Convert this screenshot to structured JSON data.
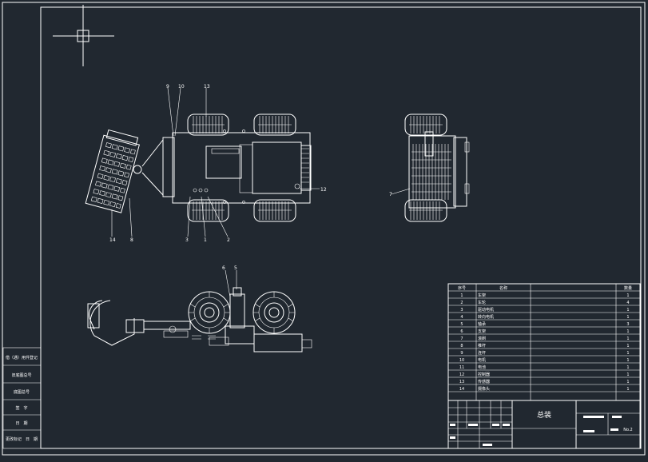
{
  "colors": {
    "background": "#212830",
    "lines": "#ffffff"
  },
  "callouts": {
    "top_view": [
      "9",
      "10",
      "13",
      "12",
      "14",
      "8",
      "3",
      "1",
      "2"
    ],
    "side_view": [
      "7"
    ],
    "front_view": [
      "6",
      "5"
    ]
  },
  "parts_table": {
    "headers": [
      "序号",
      "名称",
      "",
      "数量"
    ],
    "rows": [
      [
        "1",
        "车架",
        "",
        "1"
      ],
      [
        "2",
        "车轮",
        "",
        "4"
      ],
      [
        "3",
        "驱动电机",
        "",
        "1"
      ],
      [
        "4",
        "转向电机",
        "",
        "1"
      ],
      [
        "5",
        "轴承",
        "",
        "3"
      ],
      [
        "6",
        "支架",
        "",
        "1"
      ],
      [
        "7",
        "滚刷",
        "",
        "1"
      ],
      [
        "8",
        "推杆",
        "",
        "1"
      ],
      [
        "9",
        "连杆",
        "",
        "1"
      ],
      [
        "10",
        "电机",
        "",
        "1"
      ],
      [
        "11",
        "电池",
        "",
        "1"
      ],
      [
        "12",
        "控制器",
        "",
        "1"
      ],
      [
        "13",
        "传感器",
        "",
        "1"
      ],
      [
        "14",
        "摄像头",
        "",
        "1"
      ]
    ]
  },
  "title_block": {
    "title": "总装",
    "sheet": "No.2"
  },
  "left_sidebar": [
    "借（通）用件登记",
    "旧底图总号",
    "底图总号",
    "签　字",
    "日　期",
    "更改标记　日　期"
  ]
}
